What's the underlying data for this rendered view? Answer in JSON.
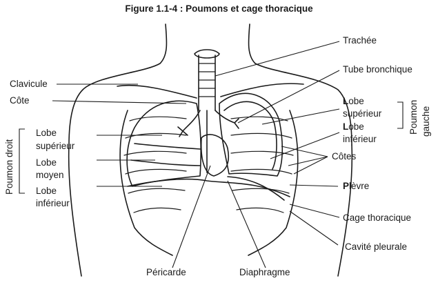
{
  "title": "Figure 1.1-4 : Poumons et cage thoracique",
  "labels": {
    "trachee": "Trachée",
    "tube_bronchique": "Tube bronchique",
    "clavicule": "Clavicule",
    "cote": "Côte",
    "lobe_sup_gauche_1": "Lobe",
    "lobe_sup_gauche_2": "supérieur",
    "lobe_inf_gauche_1": "Lobe",
    "lobe_inf_gauche_2": "inférieur",
    "poumon_gauche_1": "Poumon",
    "poumon_gauche_2": "gauche",
    "cotes": "Côtes",
    "plevre_initial": "P",
    "plevre_rest": "lèvre",
    "cage_thoracique": "Cage thoracique",
    "cavite_pleurale": "Cavité pleurale",
    "pericarde": "Péricarde",
    "diaphragme": "Diaphragme",
    "poumon_droit": "Poumon droit",
    "lobe_sup_droit_1": "Lobe",
    "lobe_sup_droit_2": "supérieur",
    "lobe_moyen_1": "Lobe",
    "lobe_moyen_2": "moyen",
    "lobe_inf_droit_1": "Lobe",
    "lobe_inf_droit_2": "inférieur"
  }
}
